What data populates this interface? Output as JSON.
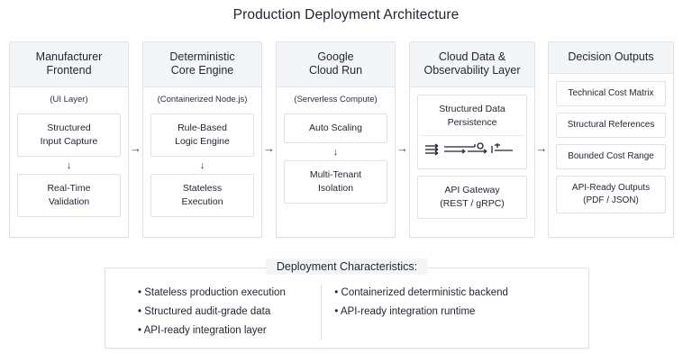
{
  "title": "Production Deployment Architecture",
  "connector_arrow": "→",
  "flow_arrow": "↓",
  "colors": {
    "header_bg": "#f4f5f7",
    "border": "#dfe1e6",
    "text": "#1f2430",
    "page_bg": "#ffffff"
  },
  "columns": [
    {
      "header": "Manufacturer Frontend",
      "header_lines": [
        "Manufacturer",
        "Frontend"
      ],
      "subtitle": "(UI Layer)",
      "nodes": [
        {
          "label": "Structured Input Capture",
          "lines": [
            "Structured",
            "Input Capture"
          ]
        },
        {
          "label": "Real-Time Validation",
          "lines": [
            "Real-Time",
            "Validation"
          ]
        }
      ]
    },
    {
      "header": "Deterministic Core Engine",
      "header_lines": [
        "Deterministic",
        "Core Engine"
      ],
      "subtitle": "(Containerized Node.js)",
      "nodes": [
        {
          "label": "Rule-Based Logic Engine",
          "lines": [
            "Rule-Based",
            "Logic Engine"
          ]
        },
        {
          "label": "Stateless Execution",
          "lines": [
            "Stateless",
            "Execution"
          ]
        }
      ]
    },
    {
      "header": "Google Cloud Run",
      "header_lines": [
        "Google",
        "Cloud Run"
      ],
      "subtitle": "(Serverless Compute)",
      "nodes": [
        {
          "label": "Auto Scaling",
          "lines": [
            "Auto Scaling"
          ]
        },
        {
          "label": "Multi-Tenant Isolation",
          "lines": [
            "Multi-Tenant",
            "Isolation"
          ]
        }
      ]
    },
    {
      "header": "Cloud Data & Observability Layer",
      "header_lines": [
        "Cloud Data &",
        "Observability Layer"
      ],
      "subtitle": "",
      "nodes": [
        {
          "label": "Structured Data Persistence",
          "lines": [
            "Structured Data",
            "Persistence"
          ]
        },
        {
          "label": "API Gateway (REST / gRPC)",
          "lines": [
            "API Gateway",
            "(REST / gRPC)"
          ]
        }
      ]
    },
    {
      "header": "Decision Outputs",
      "header_lines": [
        "Decision Outputs"
      ],
      "subtitle": "",
      "nodes": [
        {
          "label": "Technical Cost Matrix",
          "lines": [
            "Technical Cost Matrix"
          ]
        },
        {
          "label": "Structural References",
          "lines": [
            "Structural References"
          ]
        },
        {
          "label": "Bounded Cost Range",
          "lines": [
            "Bounded Cost Range"
          ]
        },
        {
          "label": "API-Ready Outputs (PDF / JSON)",
          "lines": [
            "API-Ready Outputs",
            "(PDF / JSON)"
          ]
        }
      ]
    }
  ],
  "bottom_panel": {
    "title": "Deployment Characteristics:",
    "left_bullets": [
      "• Stateless production execution",
      "• Structured audit-grade data",
      "• API-ready integration layer"
    ],
    "right_bullets": [
      "• Containerized deterministic backend",
      "• API-ready  integration  runtime"
    ]
  }
}
